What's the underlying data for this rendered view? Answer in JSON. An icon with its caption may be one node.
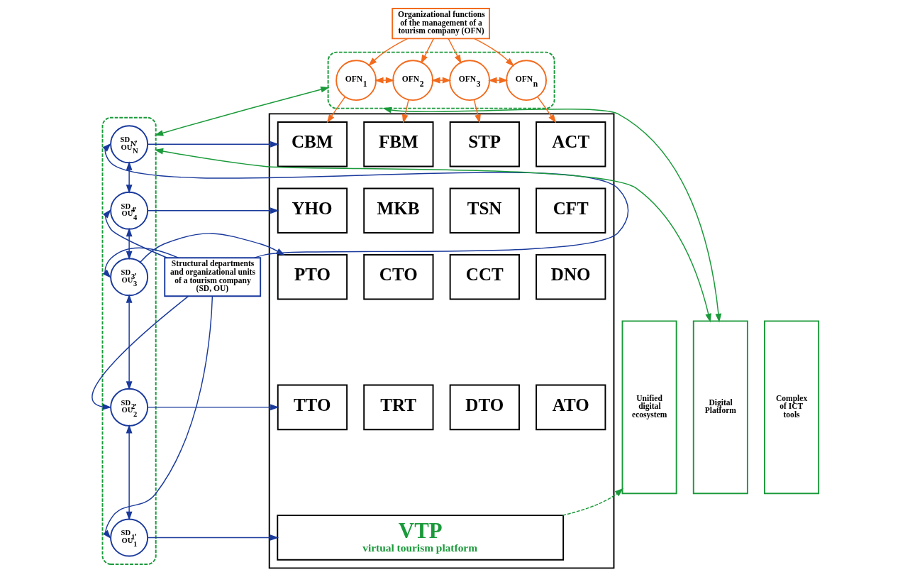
{
  "diagram": {
    "nodes": [
      {
        "text": [
          "Organizational functions of the management of a tourism company (OFN)"
        ]
      },
      {
        "text": [],
        "shape": "box"
      },
      {
        "text": [
          "OFN$_{1}$"
        ],
        "in": 1
      },
      {
        "text": [
          "OFN$_{2}$"
        ],
        "in": 1
      },
      {
        "text": [
          "OFN$_{3}$"
        ],
        "in": 1
      },
      {
        "text": [
          "OFN$_{n}$"
        ],
        "in": 1
      },
      {
        "text": [
          "Structural departments and organizational units of a tourism company (SD, OU)"
        ]
      },
      {
        "text": [],
        "shape": "box"
      },
      {
        "text": [
          "SD$_{N}$, OU$_{N}$"
        ],
        "in": 7
      },
      {
        "text": [
          "SD$_{4}$, OU$_{4}$"
        ],
        "in": 7
      },
      {
        "text": [
          "SD$_{3}$, OU$_{3}$"
        ],
        "in": 7
      },
      {
        "text": [
          "SD$_{2}$, OU$_{2}$"
        ],
        "in": 7
      },
      {
        "text": [
          "SD$_{1}$, OU$_{1}$"
        ],
        "in": 7
      },
      {
        "text": [],
        "shape": "box"
      },
      {
        "text": [
          "CBM"
        ],
        "in": 13
      },
      {
        "text": [
          "FBM"
        ],
        "in": 13
      },
      {
        "text": [
          "STP"
        ],
        "in": 13
      },
      {
        "text": [
          "ACT"
        ],
        "in": 13
      },
      {
        "text": [
          "YHO"
        ],
        "in": 13
      },
      {
        "text": [
          "MKB"
        ],
        "in": 13
      },
      {
        "text": [
          "TSN"
        ],
        "in": 13
      },
      {
        "text": [
          "CFT"
        ],
        "in": 13
      },
      {
        "text": [
          "PTO"
        ],
        "in": 13
      },
      {
        "text": [
          "CTO"
        ],
        "in": 13
      },
      {
        "text": [
          "CCT"
        ],
        "in": 13
      },
      {
        "text": [
          "DNO"
        ],
        "in": 13
      },
      {
        "text": [
          "TTO"
        ],
        "in": 13
      },
      {
        "text": [
          "TRT"
        ],
        "in": 13
      },
      {
        "text": [
          "DTO"
        ],
        "in": 13
      },
      {
        "text": [
          "ATO"
        ],
        "in": 13
      },
      {
        "text": [
          "VTP",
          "virtual tourism platform"
        ],
        "in": 13
      },
      {
        "text": [
          "Unified digital ecosystem"
        ]
      },
      {
        "text": [
          "Digital Platform"
        ]
      },
      {
        "text": [
          "Complex of ICT tools"
        ]
      }
    ],
    "edges": [
      {
        "from": 0,
        "to": 2,
        "arrow": "to",
        "color": "#f26b1d"
      },
      {
        "from": 0,
        "to": 3,
        "arrow": "to",
        "color": "#f26b1d"
      },
      {
        "from": 0,
        "to": 4,
        "arrow": "to",
        "color": "#f26b1d"
      },
      {
        "from": 0,
        "to": 5,
        "arrow": "to",
        "color": "#f26b1d"
      },
      {
        "from": 2,
        "to": 3,
        "arrow": "both",
        "color": "#f26b1d"
      },
      {
        "from": 3,
        "to": 4,
        "arrow": "both",
        "color": "#f26b1d"
      },
      {
        "from": 4,
        "to": 5,
        "arrow": "both",
        "color": "#f26b1d"
      },
      {
        "from": 2,
        "to": 14,
        "arrow": "to",
        "color": "#f26b1d"
      },
      {
        "from": 3,
        "to": 15,
        "arrow": "to",
        "color": "#f26b1d"
      },
      {
        "from": 4,
        "to": 16,
        "arrow": "to",
        "color": "#f26b1d"
      },
      {
        "from": 5,
        "to": 17,
        "arrow": "to",
        "color": "#f26b1d"
      },
      {
        "from": 6,
        "to": 8,
        "arrow": "to"
      },
      {
        "from": 6,
        "to": 9,
        "arrow": "to"
      },
      {
        "from": 6,
        "to": 10,
        "arrow": "to"
      },
      {
        "from": 6,
        "to": 11,
        "arrow": "to"
      },
      {
        "from": 6,
        "to": 12,
        "arrow": "to"
      },
      {
        "from": 8,
        "to": 9,
        "arrow": "both"
      },
      {
        "from": 9,
        "to": 10,
        "arrow": "both"
      },
      {
        "from": 10,
        "to": 11,
        "arrow": "both"
      },
      {
        "from": 11,
        "to": 12,
        "arrow": "both"
      },
      {
        "from": 8,
        "to": 14,
        "arrow": "to"
      },
      {
        "from": 9,
        "to": 18,
        "arrow": "to"
      },
      {
        "from": 10,
        "to": 22,
        "arrow": "to"
      },
      {
        "from": 11,
        "to": 26,
        "arrow": "to"
      },
      {
        "from": 12,
        "to": 30,
        "arrow": "to"
      },
      {
        "from": 7,
        "to": 1,
        "arrow": "both",
        "color": "#1a9a3a"
      },
      {
        "from": 1,
        "to": 32,
        "arrow": "both",
        "color": "#1a9a3a"
      },
      {
        "from": 7,
        "to": 32,
        "arrow": "both",
        "color": "#1a9a3a"
      },
      {
        "from": 30,
        "to": 31,
        "arrow": "to",
        "style": "dashed",
        "color": "#1a9a3a"
      }
    ]
  }
}
